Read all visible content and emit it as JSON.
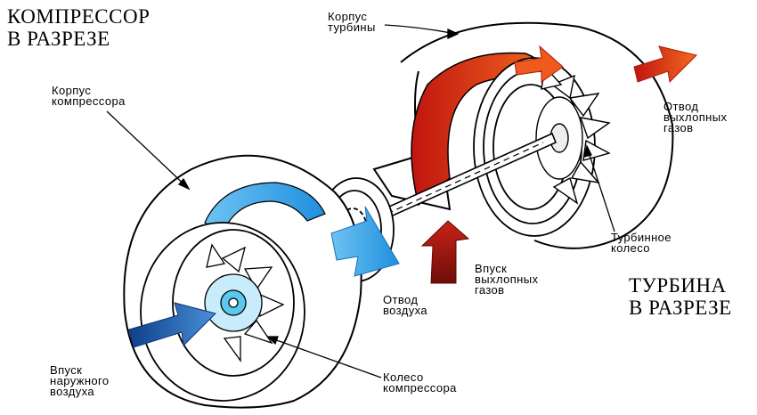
{
  "titles": {
    "compressor": "КОМПРЕССОР\nВ РАЗРЕЗЕ",
    "turbine": "ТУРБИНА\nВ РАЗРЕЗЕ"
  },
  "labels": {
    "compressor_housing": "Корпус\nкомпрессора",
    "turbine_housing": "Корпус\nтурбины",
    "exhaust_outlet": "Отвод\nвыхлопных\nгазов",
    "turbine_wheel": "Турбинное\nколесо",
    "exhaust_inlet": "Впуск\nвыхлопных\nгазов",
    "air_outlet": "Отвод\nвоздуха",
    "outside_air_inlet": "Впуск\nнаружного\nвоздуха",
    "compressor_wheel": "Колесо\nкомпрессора"
  },
  "colors": {
    "air_flow": "#3aa7e8",
    "air_inlet": "#1f5fb8",
    "exhaust_flow": "#e8321e",
    "exhaust_inlet": "#a31d12",
    "outline": "#000000"
  }
}
